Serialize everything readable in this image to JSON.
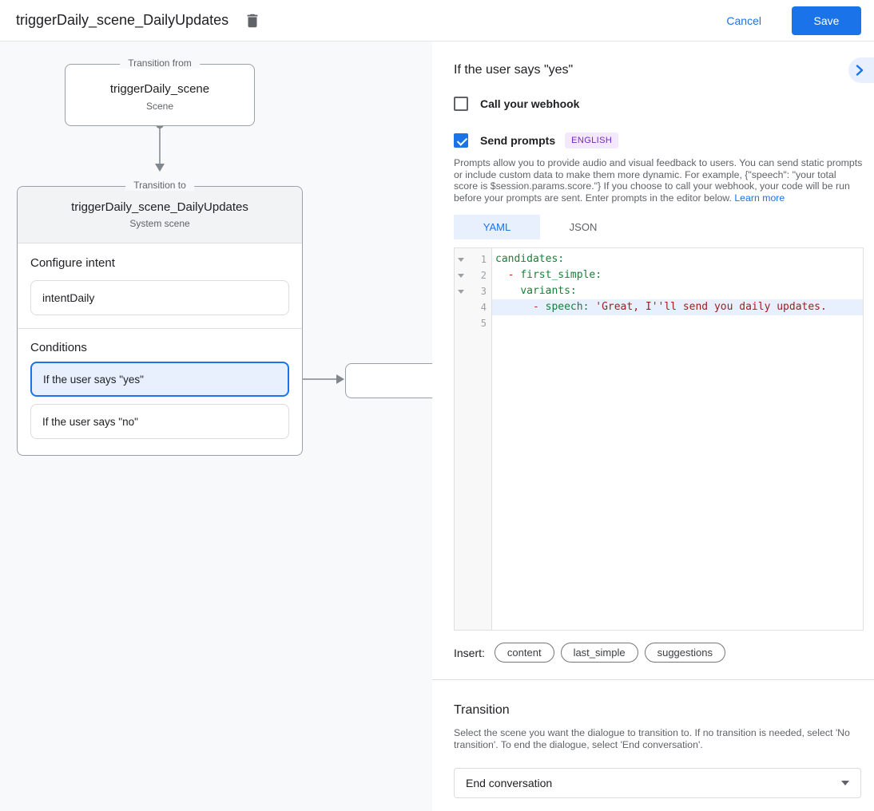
{
  "header": {
    "title": "triggerDaily_scene_DailyUpdates",
    "cancel_label": "Cancel",
    "save_label": "Save"
  },
  "colors": {
    "accent": "#1a73e8",
    "accent_light": "#e8f0fe",
    "badge_text": "#7627bb",
    "badge_bg": "#f3e8fd",
    "code_key": "#188038",
    "code_dash": "#c5221f",
    "code_string": "#a11d1d"
  },
  "canvas": {
    "from_box": {
      "legend": "Transition from",
      "title": "triggerDaily_scene",
      "subtitle": "Scene"
    },
    "to_box": {
      "legend": "Transition to",
      "title": "triggerDaily_scene_DailyUpdates",
      "subtitle": "System scene",
      "configure_intent_label": "Configure intent",
      "intent_value": "intentDaily",
      "conditions_label": "Conditions",
      "conditions": [
        {
          "label": "If the user says \"yes\"",
          "selected": true
        },
        {
          "label": "If the user says \"no\"",
          "selected": false
        }
      ]
    }
  },
  "panel": {
    "title": "If the user says \"yes\"",
    "webhook": {
      "label": "Call your webhook",
      "checked": false
    },
    "send_prompts": {
      "label": "Send prompts",
      "badge": "ENGLISH",
      "checked": true
    },
    "description": "Prompts allow you to provide audio and visual feedback to users. You can send static prompts or include custom data to make them more dynamic. For example, {\"speech\": \"your total score is $session.params.score.\"} If you choose to call your webhook, your code will be run before your prompts are sent. Enter prompts in the editor below. ",
    "learn_more": "Learn more",
    "tabs": [
      {
        "label": "YAML",
        "active": true
      },
      {
        "label": "JSON",
        "active": false
      }
    ],
    "editor": {
      "highlighted_line": 4,
      "lines": [
        {
          "n": "1",
          "fold": true,
          "segments": [
            {
              "text": "candidates:",
              "c": "key"
            }
          ]
        },
        {
          "n": "2",
          "fold": true,
          "segments": [
            {
              "text": "  ",
              "c": "plain"
            },
            {
              "text": "- ",
              "c": "dash"
            },
            {
              "text": "first_simple:",
              "c": "key"
            }
          ]
        },
        {
          "n": "3",
          "fold": true,
          "segments": [
            {
              "text": "    ",
              "c": "plain"
            },
            {
              "text": "variants:",
              "c": "key"
            }
          ]
        },
        {
          "n": "4",
          "fold": false,
          "segments": [
            {
              "text": "      ",
              "c": "plain"
            },
            {
              "text": "- ",
              "c": "dash"
            },
            {
              "text": "speech:",
              "c": "key"
            },
            {
              "text": " ",
              "c": "plain"
            },
            {
              "text": "'Great, I''ll send you daily updates.",
              "c": "string"
            }
          ]
        },
        {
          "n": "5",
          "fold": false,
          "segments": []
        }
      ]
    },
    "insert": {
      "label": "Insert:",
      "chips": [
        "content",
        "last_simple",
        "suggestions"
      ]
    },
    "transition": {
      "title": "Transition",
      "description": "Select the scene you want the dialogue to transition to. If no transition is needed, select 'No transition'. To end the dialogue, select 'End conversation'.",
      "dropdown_value": "End conversation"
    }
  }
}
